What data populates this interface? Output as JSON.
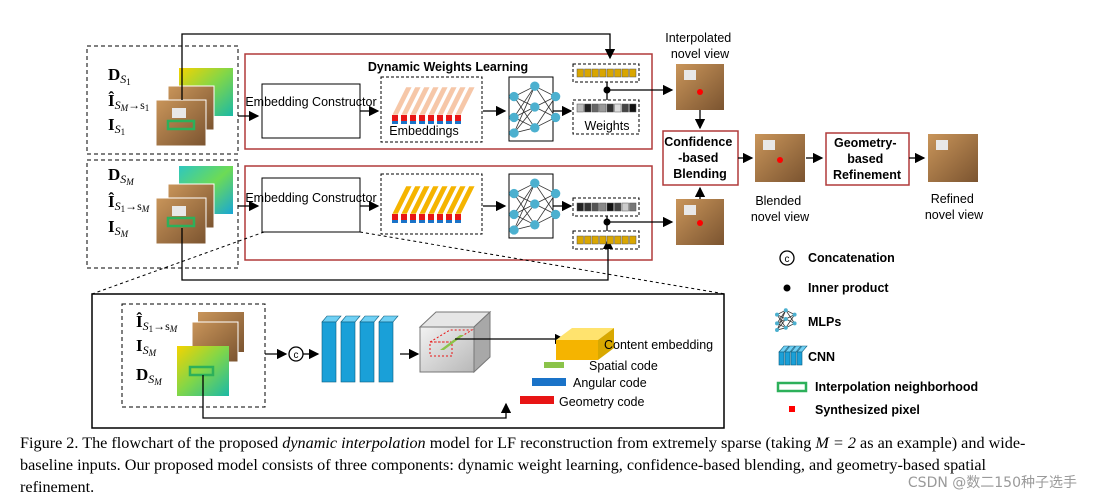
{
  "colors": {
    "red_frame": "#b03a3a",
    "embed_red": "#e81515",
    "embed_blue": "#1a73c8",
    "embed_orange": "#f5b400",
    "embed_green": "#8bc34a",
    "cnn_blue": "#1aa0d8",
    "mlp_node": "#4cb0cf",
    "neighborhood_green": "#2db05a",
    "synth_red": "#ff0000"
  },
  "top_block": {
    "title": "Dynamic Weights Learning",
    "embedding_constructor": "Embedding Constructor",
    "embeddings_label": "Embeddings",
    "weights_label": "Weights"
  },
  "inputs_top": {
    "d": "D",
    "d_sub": "S",
    "d_subsub": "1",
    "i_hat": "Î",
    "i_hat_sub": "S",
    "i_hat_subsub": "M",
    "i_hat_arrow": "→s",
    "i_hat_tail": "1",
    "i": "I",
    "i_sub": "S",
    "i_subsub": "1"
  },
  "inputs_bottom": {
    "d": "D",
    "d_sub": "S",
    "d_subsub": "M",
    "i_hat": "Î",
    "i_hat_sub": "S",
    "i_hat_subsub": "1",
    "i_hat_arrow": "→s",
    "i_hat_tail": "M",
    "i": "I",
    "i_sub": "S",
    "i_subsub": "M"
  },
  "blend": {
    "confidence_label": "Confidence -based Blending",
    "confidence_lines": [
      "Confidence",
      "-based",
      "Blending"
    ],
    "geometry_lines": [
      "Geometry-",
      "based",
      "Refinement"
    ]
  },
  "views": {
    "interpolated": [
      "Interpolated",
      "novel view"
    ],
    "blended": [
      "Blended",
      "novel view"
    ],
    "refined": [
      "Refined",
      "novel view"
    ]
  },
  "detail": {
    "content_embedding": "Content embedding",
    "spatial_code": "Spatial code",
    "angular_code": "Angular code",
    "geometry_code": "Geometry code",
    "concat_symbol": "c"
  },
  "legend": {
    "concatenation": "Concatenation",
    "inner_product": "Inner product",
    "mlps": "MLPs",
    "cnn": "CNN",
    "interpolation_neighborhood": "Interpolation neighborhood",
    "synthesized_pixel": "Synthesized pixel"
  },
  "caption": {
    "prefix": "Figure 2.   The flowchart of the proposed ",
    "em": "dynamic interpolation",
    "middle": " model for LF reconstruction from extremely sparse (taking ",
    "math": "M = 2",
    "suffix": " as an example) and wide-baseline inputs. Our proposed model consists of three components: dynamic weight learning, confidence-based blending, and geometry-based spatial refinement."
  },
  "watermark": "CSDN @数二150种子选手"
}
